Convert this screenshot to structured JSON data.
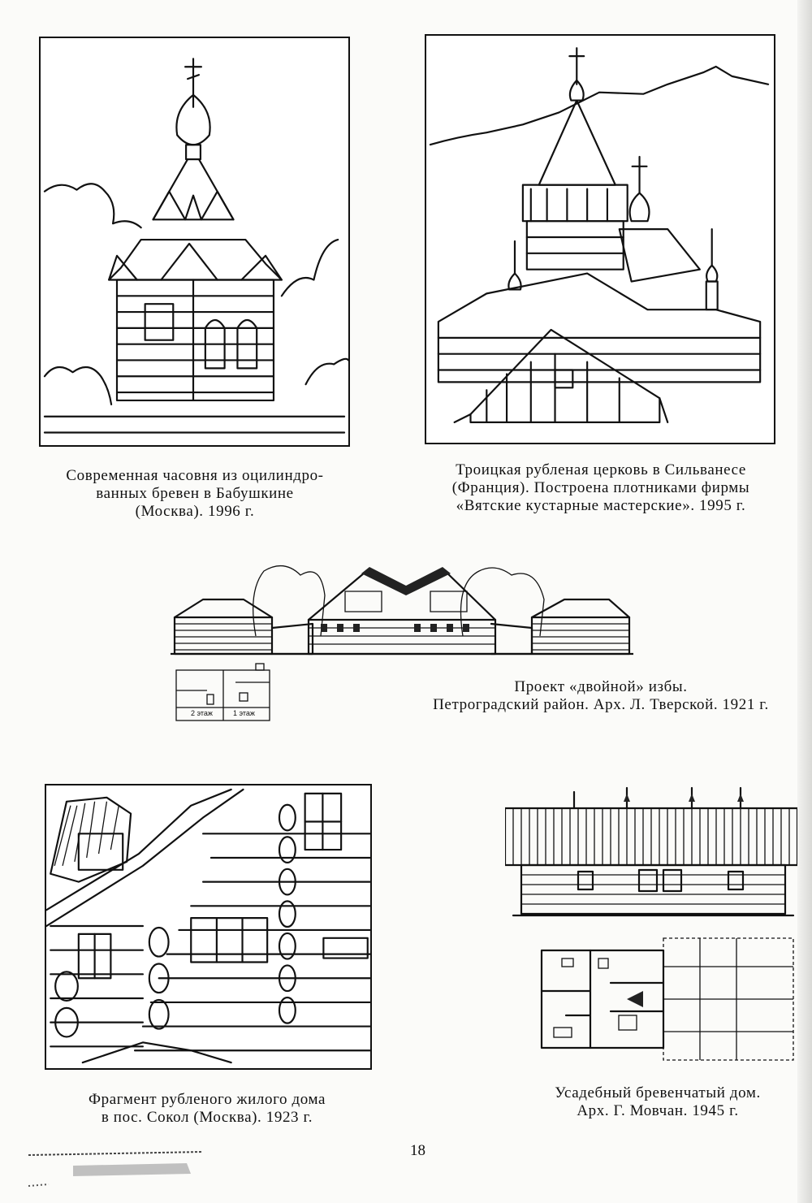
{
  "page": {
    "number": "18"
  },
  "figures": [
    {
      "id": "chapel",
      "caption": [
        "Современная часовня из оцилиндро-",
        "ванных бревен в Бабушкине",
        "(Москва). 1996 г."
      ]
    },
    {
      "id": "trinity-church",
      "caption": [
        "Троицкая рубленая церковь в Сильванесе",
        "(Франция). Построена плотниками фирмы",
        "«Вятские кустарные мастерские». 1995 г."
      ]
    },
    {
      "id": "double-izba",
      "caption": [
        "Проект «двойной» избы.",
        "Петроградский район. Арх. Л. Тверской. 1921 г."
      ],
      "plan_labels": [
        "2 этаж",
        "1 этаж"
      ]
    },
    {
      "id": "sokol-house",
      "caption": [
        "Фрагмент рубленого жилого дома",
        "в пос. Сокол (Москва). 1923 г."
      ]
    },
    {
      "id": "movchan-house",
      "caption": [
        "Усадебный бревенчатый дом.",
        "Арх. Г. Мовчан. 1945 г."
      ]
    }
  ]
}
